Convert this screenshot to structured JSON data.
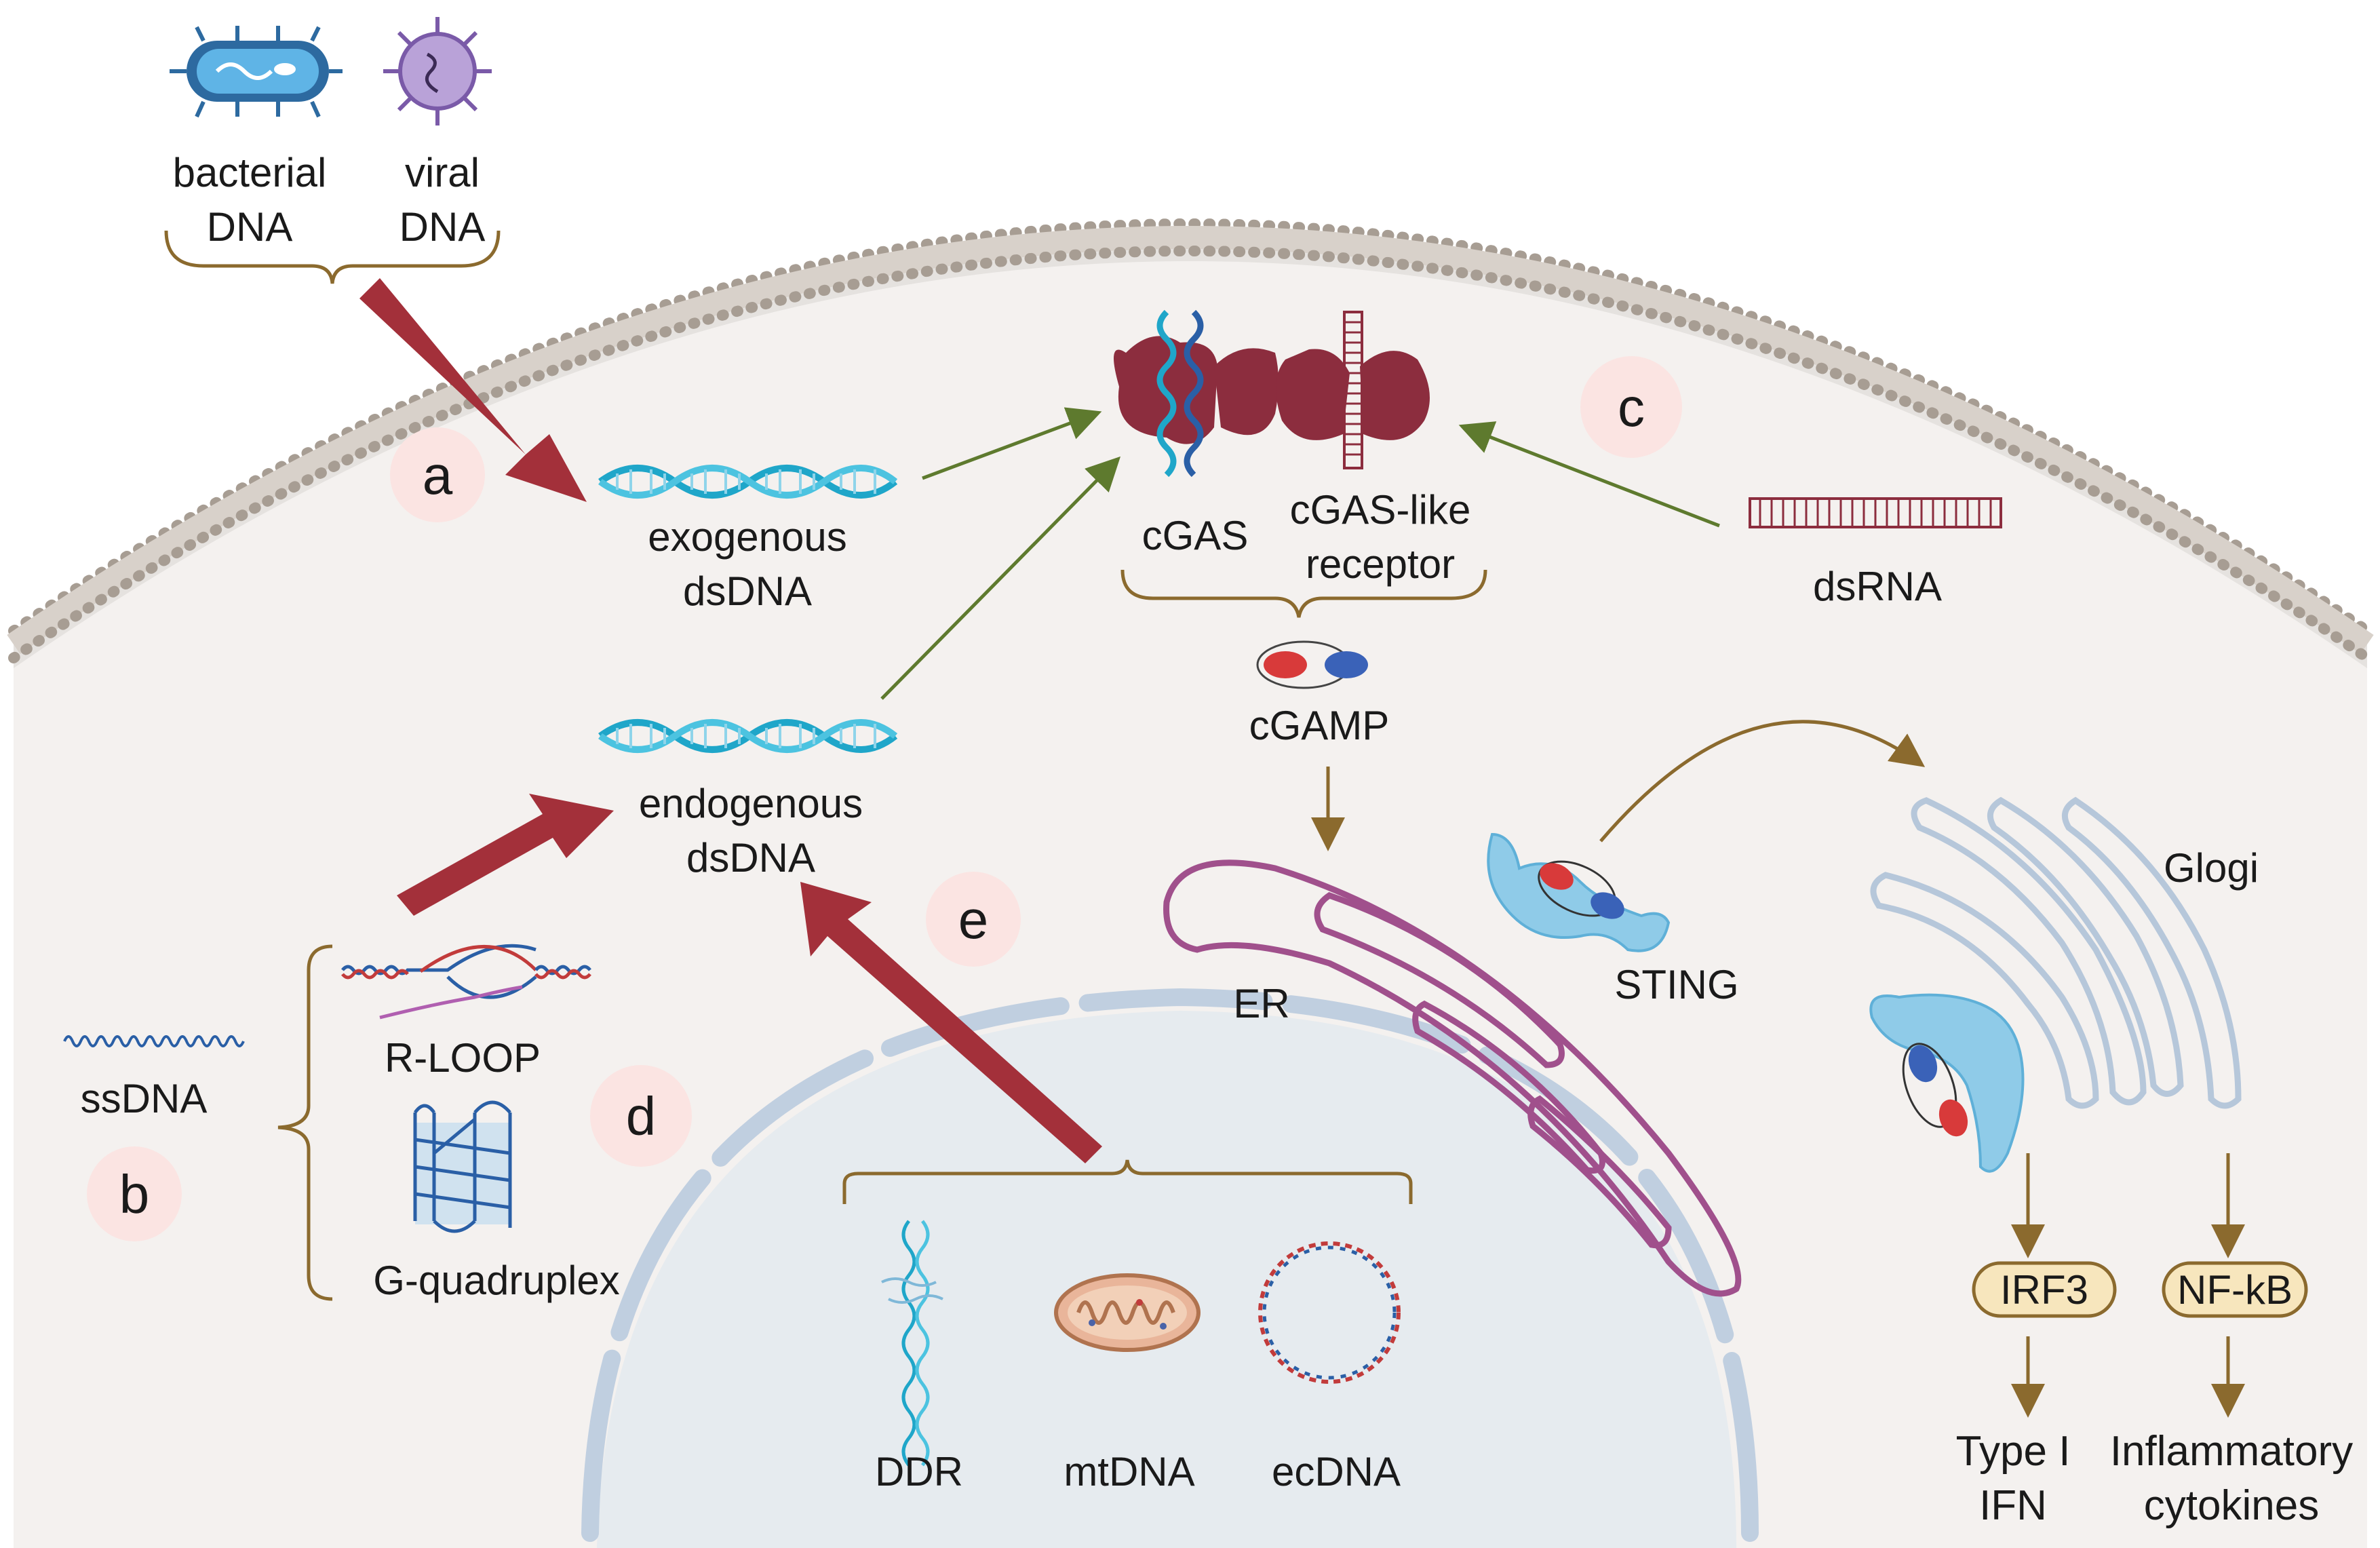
{
  "pathogens": {
    "bacterial": [
      "bacterial",
      "DNA"
    ],
    "viral": [
      "viral",
      "DNA"
    ]
  },
  "dna": {
    "exogenous": [
      "exogenous",
      "dsDNA"
    ],
    "endogenous": [
      "endogenous",
      "dsDNA"
    ],
    "ssdna": "ssDNA",
    "rloop": "R-LOOP",
    "gquad": "G-quadruplex",
    "dsrna": "dsRNA"
  },
  "sensors": {
    "cgas": "cGAS",
    "cgas_like": [
      "cGAS-like",
      "receptor"
    ],
    "cgamp": "cGAMP"
  },
  "organelles": {
    "er": "ER",
    "sting": "STING",
    "golgi": "Glogi"
  },
  "nucleus": {
    "ddr": "DDR",
    "mtdna": "mtDNA",
    "ecdna": "ecDNA"
  },
  "pathway": {
    "irf3": "IRF3",
    "nfkb": "NF-kB",
    "ifn": [
      "Type I",
      "IFN"
    ],
    "cytokines": [
      "Inflammatory",
      "cytokines"
    ]
  },
  "steps": {
    "a": "a",
    "b": "b",
    "c": "c",
    "d": "d",
    "e": "e"
  },
  "colors": {
    "membrane": "#b5aca3",
    "cytoplasm": "#f4f1ef",
    "nucleus": "#e6ebef",
    "nuclear_envelope": "#c0cfe0",
    "big_arrow": "#a3303a",
    "green_arrow": "#5e7a2e",
    "brown_arrow": "#8b6a2e",
    "dna_blue": "#1fa6c9",
    "protein": "#8c2d3e",
    "sting": "#8fcbe8",
    "er": "#a0508c",
    "golgi": "#b6c7da",
    "step_circle": "#fbe4e2",
    "box_fill": "#f7e6bd"
  }
}
